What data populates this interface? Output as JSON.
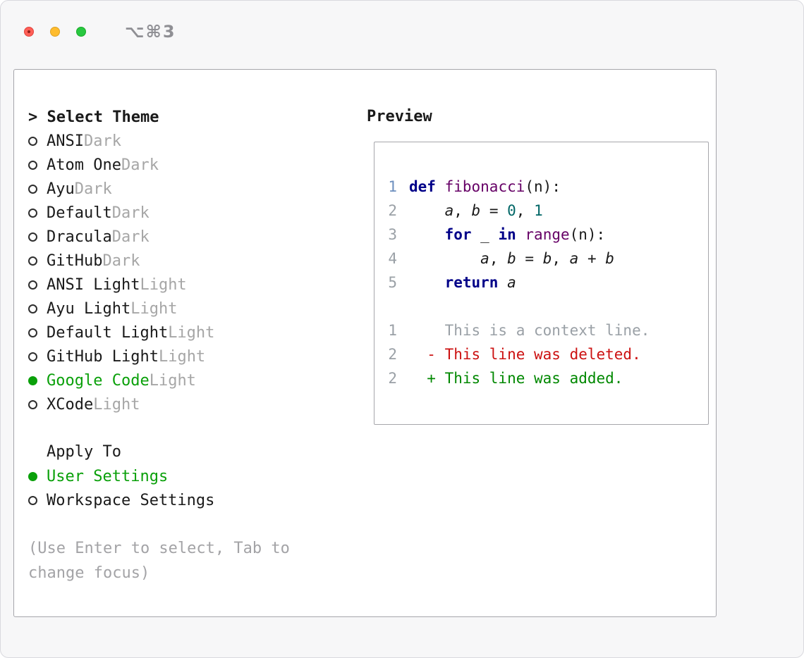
{
  "window": {
    "shortcut": "⌥⌘3",
    "traffic_lights": [
      "close",
      "minimize",
      "zoom"
    ]
  },
  "panel": {
    "select_theme": {
      "prompt": "> ",
      "title": "Select Theme",
      "themes": [
        {
          "name": "ANSI",
          "variant": "Dark",
          "selected": false
        },
        {
          "name": "Atom One",
          "variant": "Dark",
          "selected": false
        },
        {
          "name": "Ayu",
          "variant": "Dark",
          "selected": false
        },
        {
          "name": "Default",
          "variant": "Dark",
          "selected": false
        },
        {
          "name": "Dracula",
          "variant": "Dark",
          "selected": false
        },
        {
          "name": "GitHub",
          "variant": "Dark",
          "selected": false
        },
        {
          "name": "ANSI Light",
          "variant": "Light",
          "selected": false
        },
        {
          "name": "Ayu Light",
          "variant": "Light",
          "selected": false
        },
        {
          "name": "Default Light",
          "variant": "Light",
          "selected": false
        },
        {
          "name": "GitHub Light",
          "variant": "Light",
          "selected": false
        },
        {
          "name": "Google Code",
          "variant": "Light",
          "selected": true
        },
        {
          "name": "XCode",
          "variant": "Light",
          "selected": false
        }
      ]
    },
    "apply_to": {
      "title": "Apply To",
      "options": [
        {
          "label": "User Settings",
          "selected": true
        },
        {
          "label": "Workspace Settings",
          "selected": false
        }
      ]
    },
    "hint": "(Use Enter to select, Tab to change focus)"
  },
  "preview": {
    "title": "Preview",
    "code": {
      "lines": [
        {
          "num": "1",
          "num_style": "blue",
          "tokens": [
            {
              "text": "def",
              "style": "keyword"
            },
            {
              "text": " ",
              "style": "plain"
            },
            {
              "text": "fibonacci",
              "style": "title"
            },
            {
              "text": "(n):",
              "style": "plain"
            }
          ]
        },
        {
          "num": "2",
          "tokens": [
            {
              "text": "    ",
              "style": "plain"
            },
            {
              "text": "a",
              "style": "var"
            },
            {
              "text": ", ",
              "style": "plain"
            },
            {
              "text": "b",
              "style": "var"
            },
            {
              "text": " = ",
              "style": "plain"
            },
            {
              "text": "0",
              "style": "number"
            },
            {
              "text": ", ",
              "style": "plain"
            },
            {
              "text": "1",
              "style": "number"
            }
          ]
        },
        {
          "num": "3",
          "tokens": [
            {
              "text": "    ",
              "style": "plain"
            },
            {
              "text": "for",
              "style": "keyword"
            },
            {
              "text": " _ ",
              "style": "plain"
            },
            {
              "text": "in",
              "style": "keyword"
            },
            {
              "text": " ",
              "style": "plain"
            },
            {
              "text": "range",
              "style": "title"
            },
            {
              "text": "(n):",
              "style": "plain"
            }
          ]
        },
        {
          "num": "4",
          "tokens": [
            {
              "text": "        ",
              "style": "plain"
            },
            {
              "text": "a",
              "style": "var"
            },
            {
              "text": ", ",
              "style": "plain"
            },
            {
              "text": "b",
              "style": "var"
            },
            {
              "text": " = ",
              "style": "plain"
            },
            {
              "text": "b",
              "style": "var"
            },
            {
              "text": ", ",
              "style": "plain"
            },
            {
              "text": "a",
              "style": "var"
            },
            {
              "text": " + ",
              "style": "plain"
            },
            {
              "text": "b",
              "style": "var"
            }
          ]
        },
        {
          "num": "5",
          "tokens": [
            {
              "text": "    ",
              "style": "plain"
            },
            {
              "text": "return",
              "style": "keyword"
            },
            {
              "text": " ",
              "style": "plain"
            },
            {
              "text": "a",
              "style": "var"
            }
          ]
        }
      ],
      "diff_lines": [
        {
          "num": "1",
          "text": "    This is a context line.",
          "style": "context"
        },
        {
          "num": "2",
          "text": "  - This line was deleted.",
          "style": "deleted"
        },
        {
          "num": "2",
          "text": "  + This line was added.",
          "style": "added"
        }
      ]
    }
  },
  "colors": {
    "keyword": "#000088",
    "title": "#660066",
    "number": "#006666",
    "selected_green": "#0aa00a",
    "deleted_red": "#cc1111",
    "added_green": "#008800",
    "context_gray": "#9aa0a6",
    "variant_gray": "#a6a6a6",
    "light_red": "#ff5f57",
    "light_yellow": "#febc2e",
    "light_green": "#28c840"
  }
}
